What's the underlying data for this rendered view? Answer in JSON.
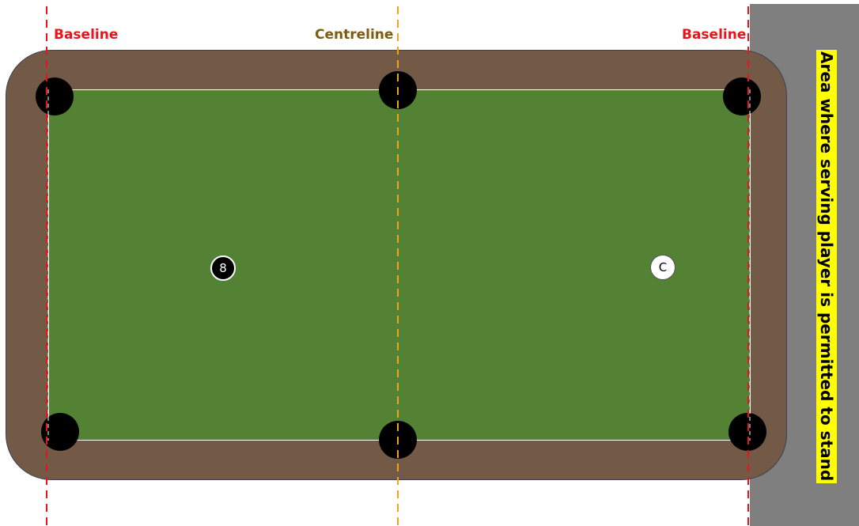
{
  "labels": {
    "baseline_left": "Baseline",
    "centreline": "Centreline",
    "baseline_right": "Baseline",
    "serving_area": "Area where serving player is permitted to stand"
  },
  "balls": {
    "eight": "8",
    "cue": "C"
  },
  "colors": {
    "baseline": "#e8141b",
    "centreline": "#f0a31c",
    "centreline_text": "#7b5c10",
    "felt": "#548235",
    "rail": "#735a47",
    "serving_area": "#7f7f7f",
    "serving_label_bg": "#ffff00"
  }
}
